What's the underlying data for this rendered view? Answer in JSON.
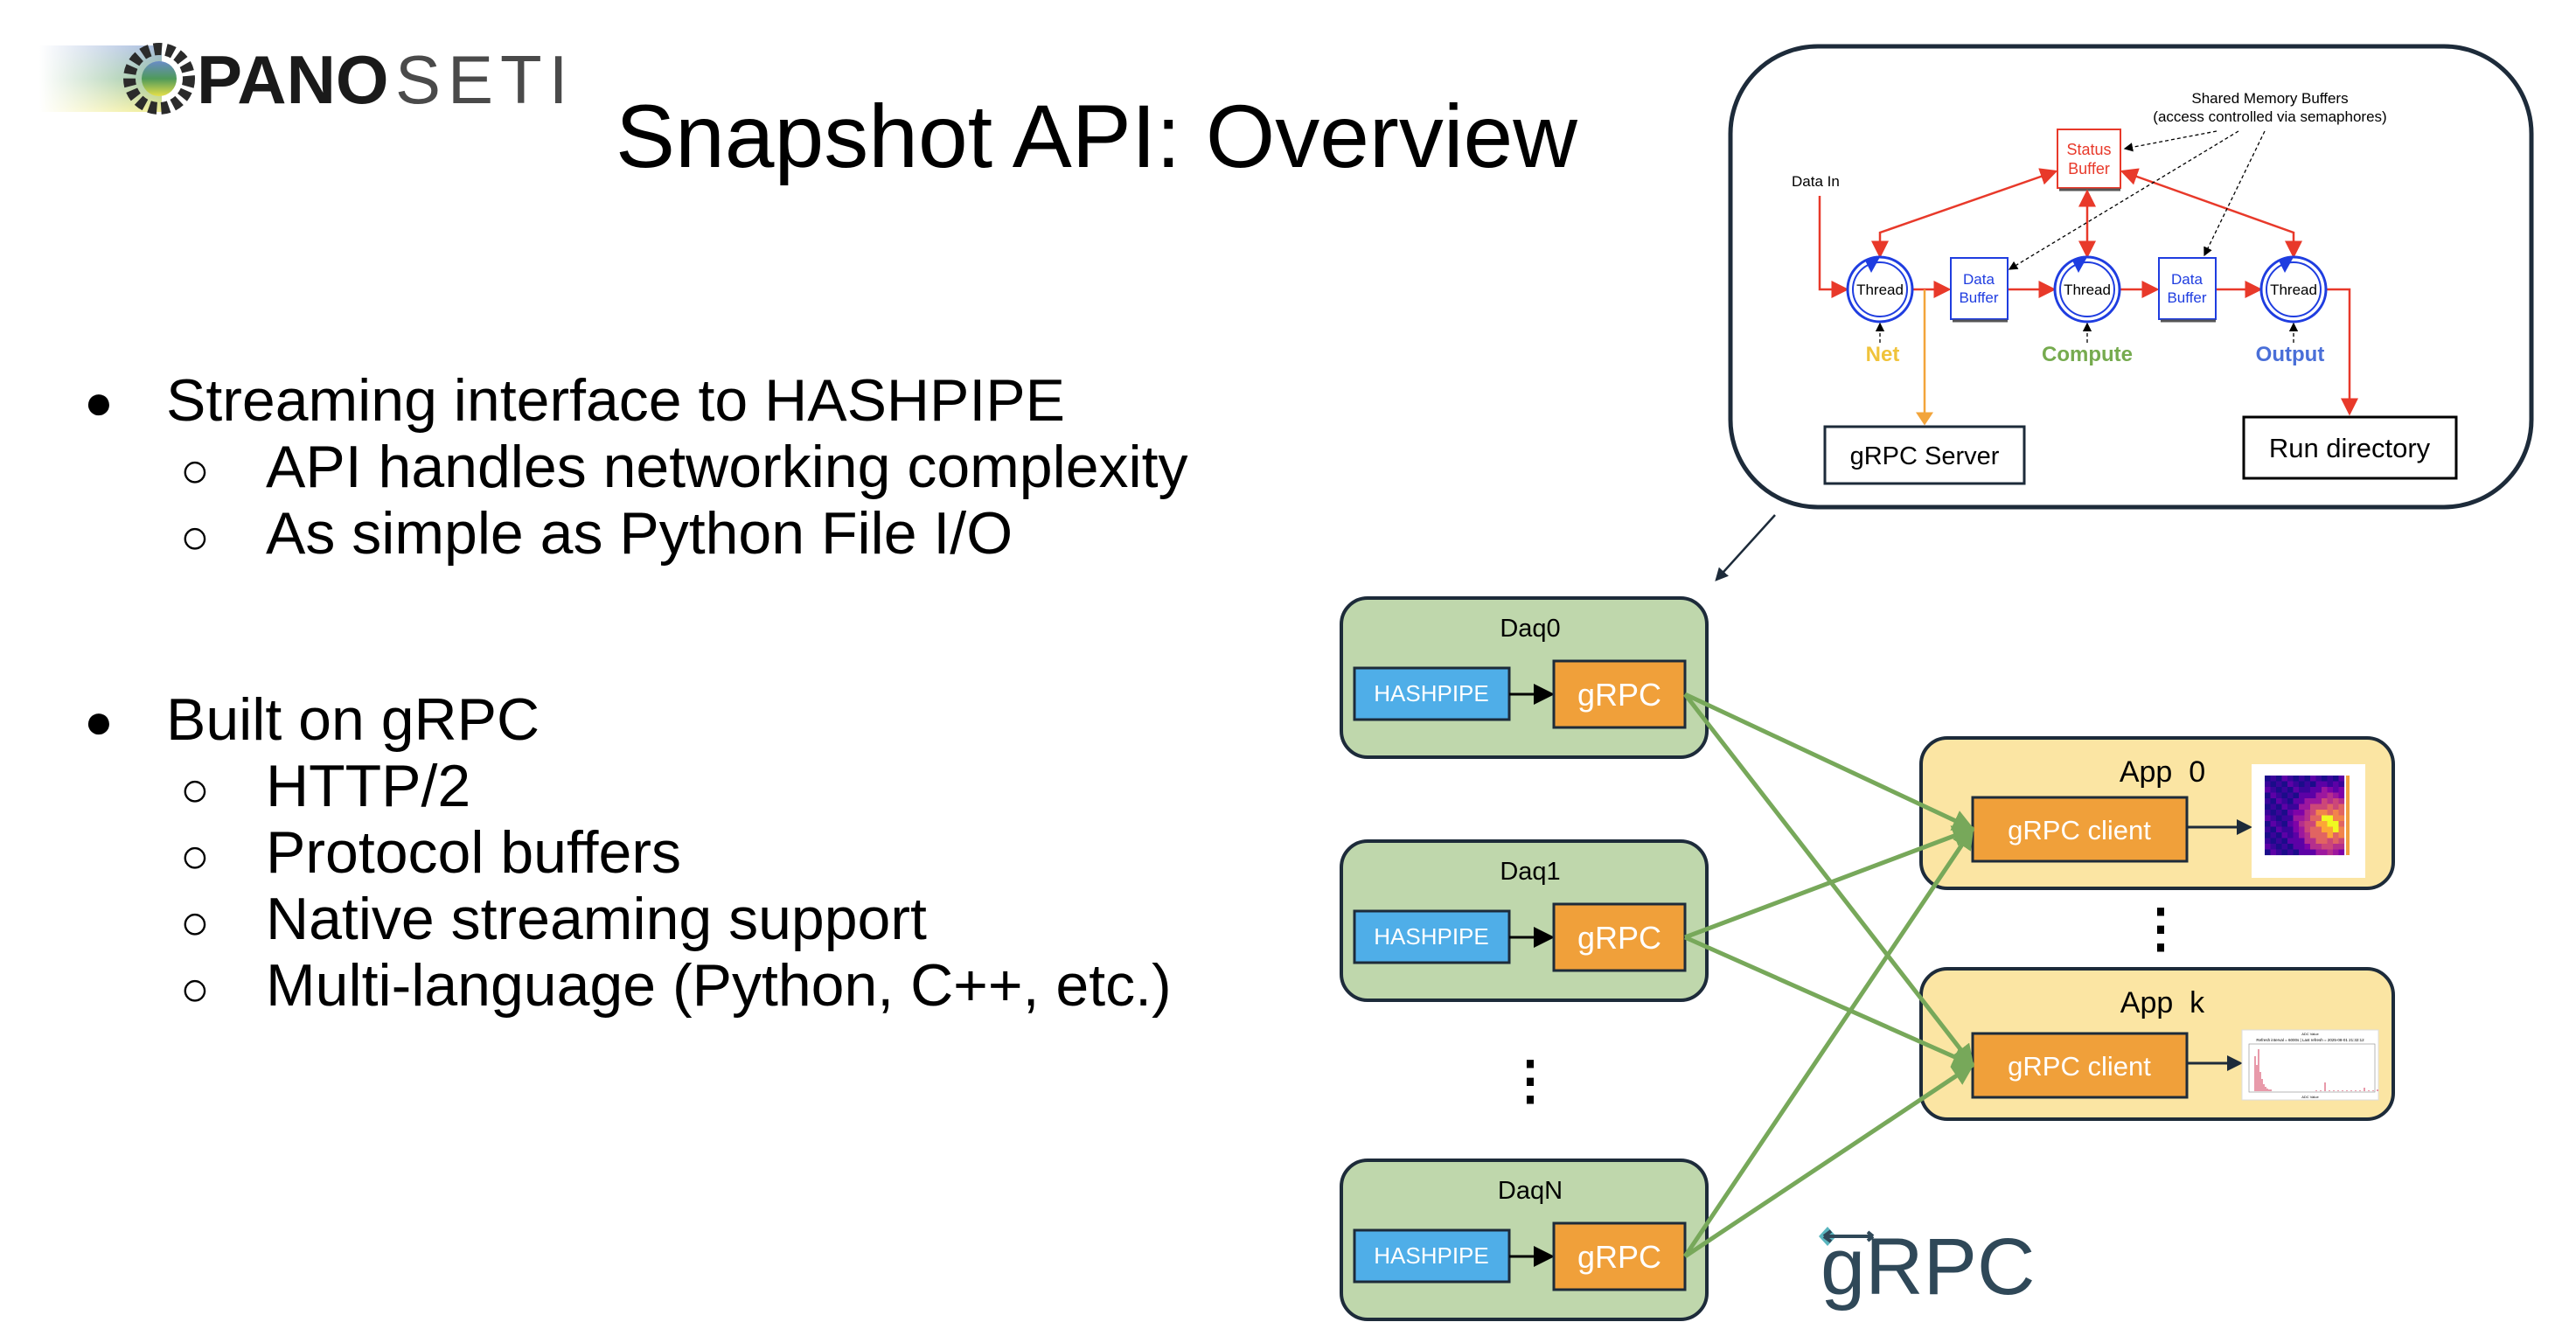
{
  "logo": {
    "text_bold": "PANO",
    "text_light": "SETI"
  },
  "title": "Snapshot API: Overview",
  "bullets": [
    {
      "text": "Streaming interface to HASHPIPE",
      "subs": [
        "API handles networking complexity",
        "As simple as Python File I/O"
      ]
    },
    {
      "text": "Built on gRPC",
      "subs": [
        "HTTP/2",
        "Protocol buffers",
        "Native streaming support",
        "Multi-language (Python, C++, etc.)"
      ]
    }
  ],
  "pipeline": {
    "shared_memory_line1": "Shared Memory Buffers",
    "shared_memory_line2": "(access controlled via semaphores)",
    "status_buffer": [
      "Status",
      "Buffer"
    ],
    "data_in": "Data In",
    "thread_label": "Thread",
    "data_buffer": [
      "Data",
      "Buffer"
    ],
    "stage_labels": [
      "Net",
      "Compute",
      "Output"
    ],
    "grpc_server": "gRPC Server",
    "run_directory": "Run directory"
  },
  "daqs": [
    {
      "name": "Daq0",
      "hashpipe": "HASHPIPE",
      "grpc": "gRPC"
    },
    {
      "name": "Daq1",
      "hashpipe": "HASHPIPE",
      "grpc": "gRPC"
    },
    {
      "name": "DaqN",
      "hashpipe": "HASHPIPE",
      "grpc": "gRPC"
    }
  ],
  "apps": [
    {
      "name": "App  0",
      "client": "gRPC client"
    },
    {
      "name": "App  k",
      "client": "gRPC client"
    }
  ],
  "histogram": {
    "title": "ADC Value",
    "subtitle": "Refresh interval = 6000s | Last refresh = 2025-08-01 21:32:12",
    "xlabel": "ADC Value"
  },
  "grpc_logo": "gRPC",
  "ellipsis": "⋮",
  "colors": {
    "daq_bg": "#bfd7ac",
    "app_bg": "#fbe5a3",
    "hashpipe": "#4faee8",
    "grpc_box": "#f0a03a",
    "green_arrow": "#77a85a",
    "red": "#e8392a",
    "blue": "#1f3de0",
    "net": "#f0c33b",
    "compute": "#76ab4f",
    "output": "#4a6fd8",
    "orange_line": "#f2a43a",
    "outline": "#1d2b3a"
  }
}
